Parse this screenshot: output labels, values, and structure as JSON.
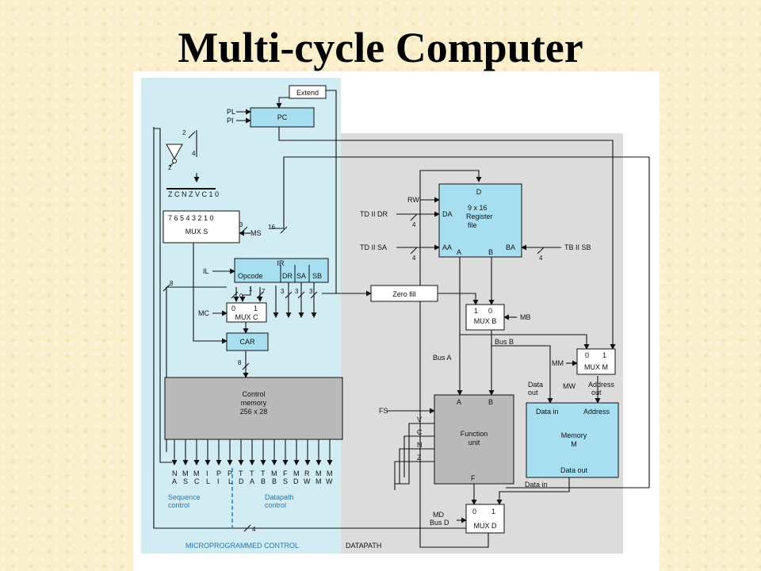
{
  "title": "Multi-cycle Computer",
  "pc": {
    "label": "PC",
    "inputs": [
      "PL",
      "PI"
    ],
    "extend": "Extend"
  },
  "status_bits": {
    "labels": "Z C N Z V C 1 0",
    "counts": [
      "2",
      "4",
      "2"
    ]
  },
  "mux_s": {
    "label": "MUX S",
    "inputs": "7 6 5 4 3 2 1 0",
    "select": "MS",
    "select_width": "3",
    "data_width": "16"
  },
  "ir": {
    "label": "IR",
    "load": "IL",
    "fields": [
      "Opcode",
      "DR",
      "SA",
      "SB"
    ],
    "widths": [
      "3",
      "3",
      "3"
    ],
    "opcode_width": "7"
  },
  "mux_c": {
    "label": "MUX C",
    "inputs": [
      "0",
      "1"
    ],
    "select": "MC",
    "width_1": "1",
    "width_0": "0",
    "loop_width": "8"
  },
  "car": {
    "label": "CAR",
    "width": "8"
  },
  "control_memory": {
    "label_1": "Control",
    "label_2": "memory",
    "label_3": "256 x 28"
  },
  "control_fields": [
    [
      "N",
      "A"
    ],
    [
      "M",
      "S"
    ],
    [
      "M",
      "C"
    ],
    [
      "I",
      "L"
    ],
    [
      "P",
      "I"
    ],
    [
      "P",
      "L"
    ],
    [
      "T",
      "D"
    ],
    [
      "T",
      "A"
    ],
    [
      "T",
      "B"
    ],
    [
      "M",
      "B"
    ],
    [
      "F",
      "S"
    ],
    [
      "M",
      "D"
    ],
    [
      "R",
      "W"
    ],
    [
      "M",
      "M"
    ],
    [
      "M",
      "W"
    ]
  ],
  "sequence_control": [
    "Sequence",
    "control"
  ],
  "datapath_control": [
    "Datapath",
    "control"
  ],
  "micro_label": "MICROPROGRAMMED CONTROL",
  "datapath_label": "DATAPATH",
  "bottom_width": "4",
  "register_file": {
    "d": "D",
    "lines": [
      "9 x 16",
      "Register",
      "file"
    ],
    "da": "DA",
    "aa": "AA",
    "ba": "BA",
    "a": "A",
    "b": "B",
    "rw": "RW",
    "td_dr": "TD II DR",
    "td_sa": "TD II SA",
    "tb_sb": "TB II SB",
    "widths": [
      "4",
      "4",
      "4"
    ]
  },
  "zero_fill": "Zero fill",
  "mux_b": {
    "label": "MUX B",
    "inputs": [
      "1",
      "0"
    ],
    "select": "MB"
  },
  "bus_a": "Bus A",
  "bus_b": "Bus B",
  "mux_m": {
    "label": "MUX M",
    "inputs": [
      "0",
      "1"
    ],
    "select": "MM"
  },
  "memory": {
    "lines": [
      "Memory",
      "M"
    ],
    "data_in": "Data in",
    "address": "Address",
    "data_out": "Data out",
    "mw": "MW",
    "data_out_top": [
      "Data",
      "out"
    ],
    "address_out": [
      "Address",
      "out"
    ],
    "data_in_bottom": "Data in"
  },
  "function_unit": {
    "lines": [
      "Function",
      "unit"
    ],
    "a": "A",
    "b": "B",
    "f": "F",
    "fs": "FS",
    "flags": [
      "V",
      "C",
      "N",
      "Z"
    ]
  },
  "mux_d": {
    "label": "MUX D",
    "inputs": [
      "0",
      "1"
    ],
    "select_1": "MD",
    "select_2": "Bus D"
  }
}
